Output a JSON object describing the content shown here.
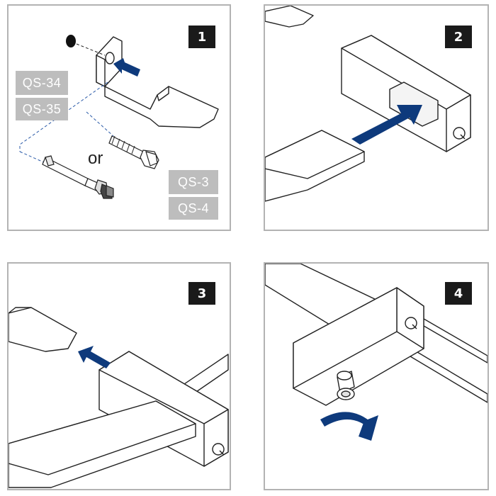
{
  "steps": [
    {
      "number": "1"
    },
    {
      "number": "2"
    },
    {
      "number": "3"
    },
    {
      "number": "4"
    }
  ],
  "panel1": {
    "bracket_labels": [
      "QS-34",
      "QS-35"
    ],
    "anchor_labels": [
      "QS-3",
      "QS-4"
    ],
    "or_text": "or"
  },
  "colors": {
    "arrow": "#0e3a7c",
    "label_bg": "#bdbdbd",
    "step_bg": "#1a1a1a",
    "frame": "#b3b3b3"
  }
}
